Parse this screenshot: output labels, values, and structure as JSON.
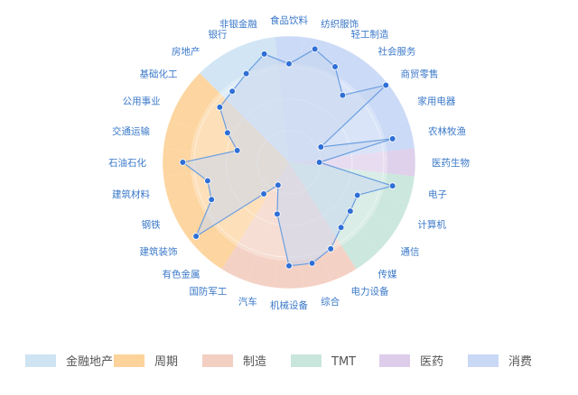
{
  "chart_data": {
    "type": "radar",
    "title": "",
    "categories": [
      "食品饮料",
      "纺织服饰",
      "轻工制造",
      "社会服务",
      "商贸零售",
      "家用电器",
      "农林牧渔",
      "医药生物",
      "电子",
      "计算机",
      "通信",
      "传媒",
      "电力设备",
      "综合",
      "机械设备",
      "汽车",
      "国防军工",
      "有色金属",
      "建筑装饰",
      "钢铁",
      "建筑材料",
      "石油石化",
      "交通运输",
      "公用事业",
      "基础化工",
      "房地产",
      "银行",
      "非银金融"
    ],
    "values": [
      0.78,
      0.92,
      0.84,
      0.68,
      0.98,
      0.28,
      0.84,
      0.24,
      0.84,
      0.6,
      0.62,
      0.66,
      0.76,
      0.82,
      0.82,
      0.42,
      0.2,
      0.32,
      0.94,
      0.68,
      0.66,
      0.84,
      0.42,
      0.54,
      0.7,
      0.72,
      0.78,
      0.88
    ],
    "sector_groups": [
      {
        "name": "金融地产",
        "color": "#cfe4f3",
        "categories": [
          "房地产",
          "银行",
          "非银金融"
        ]
      },
      {
        "name": "周期",
        "color": "#fdd39b",
        "categories": [
          "有色金属",
          "建筑装饰",
          "钢铁",
          "建筑材料",
          "石油石化",
          "交通运输",
          "公用事业",
          "基础化工"
        ]
      },
      {
        "name": "制造",
        "color": "#f3cfc2",
        "categories": [
          "电力设备",
          "综合",
          "机械设备",
          "汽车",
          "国防军工"
        ]
      },
      {
        "name": "TMT",
        "color": "#c9e6dc",
        "categories": [
          "电子",
          "计算机",
          "通信",
          "传媒"
        ]
      },
      {
        "name": "医药",
        "color": "#ddcdea",
        "categories": [
          "医药生物"
        ]
      },
      {
        "name": "消费",
        "color": "#c8d8f5",
        "categories": [
          "食品饮料",
          "纺织服饰",
          "轻工制造",
          "社会服务",
          "商贸零售",
          "家用电器",
          "农林牧渔"
        ]
      }
    ],
    "range": [
      0,
      1
    ],
    "legend_position": "bottom",
    "line_color": "#6a9ee0",
    "point_color": "#2f6fd6"
  }
}
